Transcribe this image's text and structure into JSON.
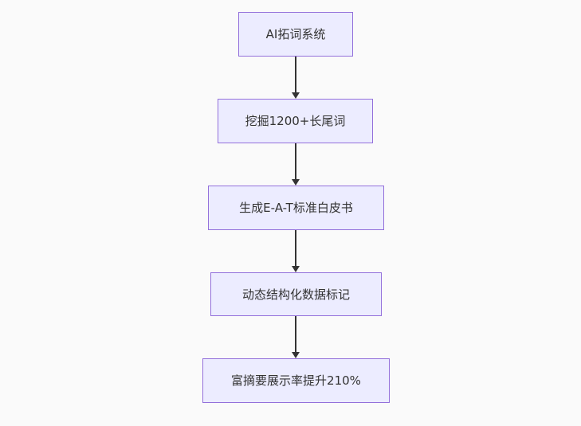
{
  "diagram": {
    "type": "flowchart",
    "direction": "top-down",
    "nodes": [
      {
        "label": "AI拓词系统"
      },
      {
        "label": "挖掘1200+长尾词"
      },
      {
        "label": "生成E-A-T标准白皮书"
      },
      {
        "label": "动态结构化数据标记"
      },
      {
        "label": "富摘要展示率提升210%"
      }
    ],
    "edges": [
      {
        "from": "AI拓词系统",
        "to": "挖掘1200+长尾词"
      },
      {
        "from": "挖掘1200+长尾词",
        "to": "生成E-A-T标准白皮书"
      },
      {
        "from": "生成E-A-T标准白皮书",
        "to": "动态结构化数据标记"
      },
      {
        "from": "动态结构化数据标记",
        "to": "富摘要展示率提升210%"
      }
    ],
    "colors": {
      "background": "#fafafa",
      "node_fill": "#ececff",
      "node_border": "#9370db",
      "arrow": "#333333",
      "text": "#333333"
    }
  }
}
